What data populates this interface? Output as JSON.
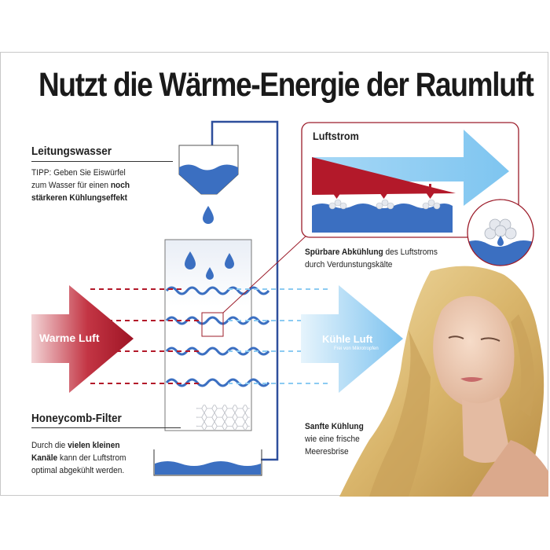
{
  "title": "Nutzt die Wärme-Energie der Raumluft",
  "labels": {
    "leitungswasser": "Leitungswasser",
    "tip_1": "TIPP: Geben Sie Eiswürfel",
    "tip_2": "zum Wasser für einen",
    "tip_bold_1": "noch",
    "tip_bold_2": "stärkeren Kühlungseffekt",
    "luftstrom": "Luftstrom",
    "abk_bold": "Spürbare Abkühlung",
    "abk_1": "des Luftstroms",
    "abk_2": "durch Verdunstungskälte",
    "warme_luft": "Warme Luft",
    "kuehle_luft": "Kühle Luft",
    "kuehle_sub": "Frei von Mikrotropfen",
    "honeycomb": "Honeycomb-Filter",
    "hc_1": "Durch die",
    "hc_bold_1": "vielen kleinen",
    "hc_bold_2": "Kanäle",
    "hc_2": "kann der Luftstrom",
    "hc_3": "optimal abgekühlt werden.",
    "sanft_bold": "Sanfte Kühlung",
    "sanft_1": "wie eine frische",
    "sanft_2": "Meeresbrise"
  },
  "colors": {
    "water": "#3b6fc1",
    "warm": "#b3192a",
    "cool": "#8ccbf2",
    "pipe": "#2e4f9c",
    "frame_red": "#9c1c2a"
  },
  "icons": [
    "warm-air-arrow",
    "cool-air-arrow",
    "water-drop-icon",
    "honeycomb-filter",
    "woman-photo"
  ]
}
